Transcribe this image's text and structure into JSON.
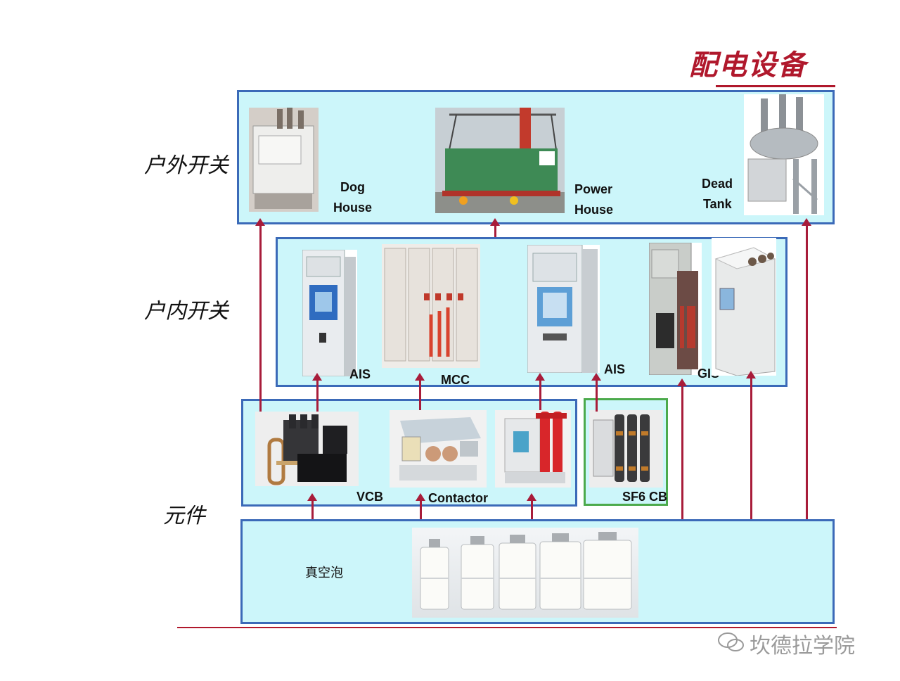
{
  "title": "配电设备",
  "row_labels": {
    "outdoor": "户外开关",
    "indoor": "户内开关",
    "component": "元件"
  },
  "outdoor": {
    "dog_house": [
      "Dog",
      "House"
    ],
    "power_house": [
      "Power",
      "House"
    ],
    "dead_tank": [
      "Dead",
      "Tank"
    ]
  },
  "indoor": {
    "ais_left": "AIS",
    "mcc": "MCC",
    "ais_right": "AIS",
    "gis": "GIS"
  },
  "components": {
    "vcb": "VCB",
    "contactor": "Contactor",
    "sf6": "SF6 CB"
  },
  "vacuum": {
    "label": "真空泡"
  },
  "watermark": "坎德拉学院",
  "colors": {
    "title": "#b0182c",
    "panel_fill": "#ccf6fa",
    "panel_border": "#3b6ab8",
    "sf6_border": "#4caa4c",
    "arrow": "#a81c3a"
  }
}
